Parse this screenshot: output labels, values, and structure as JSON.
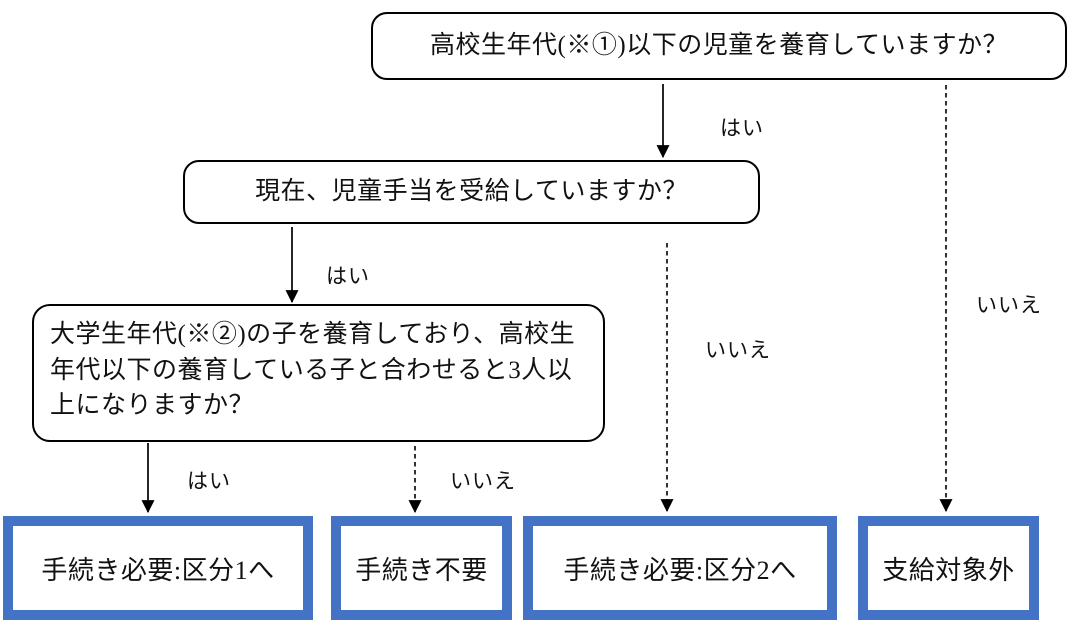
{
  "diagram": {
    "type": "flowchart",
    "language": "ja",
    "colors": {
      "result_box_border": "#4472C4",
      "question_box_border": "#000000",
      "line": "#000000",
      "text": "#111111",
      "background": "#ffffff"
    },
    "nodes": {
      "q1": {
        "kind": "question",
        "label": "高校生年代(※①)以下の児童を養育していますか？"
      },
      "q2": {
        "kind": "question",
        "label": "現在、児童手当を受給していますか？"
      },
      "q3": {
        "kind": "question",
        "label": "大学生年代(※②)の子を養育しており、高校生年代以下の養育している子と合わせると3人以上になりますか？"
      },
      "r1": {
        "kind": "result",
        "label": "手続き必要:区分1へ"
      },
      "r2": {
        "kind": "result",
        "label": "手続き不要"
      },
      "r3": {
        "kind": "result",
        "label": "手続き必要:区分2へ"
      },
      "r4": {
        "kind": "result",
        "label": "支給対象外"
      }
    },
    "edges": [
      {
        "from": "q1",
        "to": "q2",
        "label": "はい",
        "style": "solid"
      },
      {
        "from": "q1",
        "to": "r4",
        "label": "いいえ",
        "style": "dashed"
      },
      {
        "from": "q2",
        "to": "q3",
        "label": "はい",
        "style": "solid"
      },
      {
        "from": "q2",
        "to": "r3",
        "label": "いいえ",
        "style": "dashed"
      },
      {
        "from": "q3",
        "to": "r1",
        "label": "はい",
        "style": "solid"
      },
      {
        "from": "q3",
        "to": "r2",
        "label": "いいえ",
        "style": "dashed"
      }
    ]
  }
}
